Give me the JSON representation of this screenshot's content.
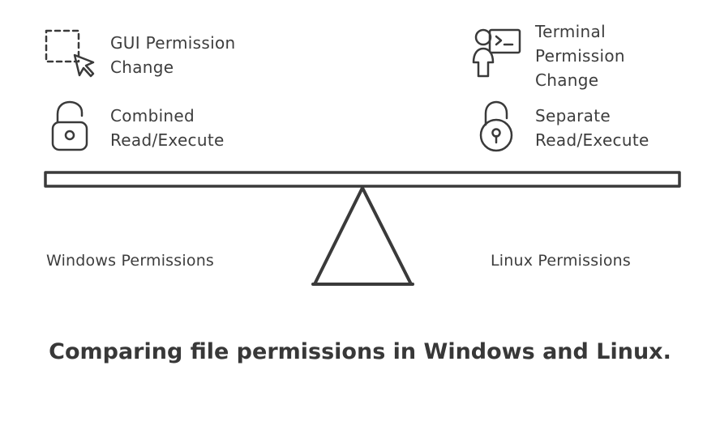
{
  "caption": "Comparing file permissions in Windows and Linux.",
  "left": {
    "side_label": "Windows Permissions",
    "items": [
      {
        "icon": "dashed-cursor-icon",
        "label": "GUI Permission\nChange"
      },
      {
        "icon": "open-padlock-icon",
        "label": "Combined\nRead/Execute"
      }
    ]
  },
  "right": {
    "side_label": "Linux Permissions",
    "items": [
      {
        "icon": "person-terminal-icon",
        "label": "Terminal\nPermission\nChange"
      },
      {
        "icon": "keyhole-padlock-icon",
        "label": "Separate\nRead/Execute"
      }
    ]
  },
  "colors": {
    "ink": "#3a3a3a",
    "background": "#ffffff"
  }
}
